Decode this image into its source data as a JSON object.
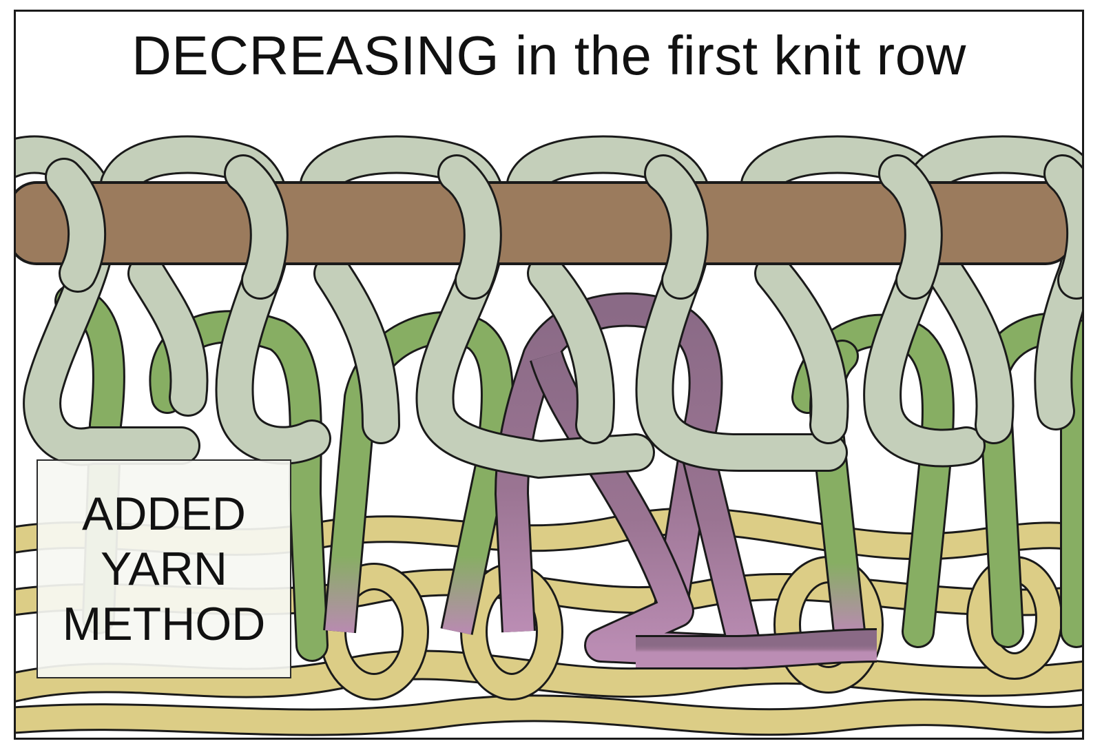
{
  "title": "DECREASING in the first knit row",
  "label": {
    "lines": [
      "ADDED",
      "YARN",
      "METHOD"
    ]
  },
  "colors": {
    "needle": "#9b7b5d",
    "stitch_loops": "#c4cfba",
    "green_yarn": "#87ae63",
    "purple_yarn": "#9a7492",
    "purple_light": "#ba8bb2",
    "cast_on_yarn": "#dccd86",
    "outline": "#1a1a1a"
  },
  "icons": [
    "knitting-needle",
    "yarn-loops"
  ]
}
